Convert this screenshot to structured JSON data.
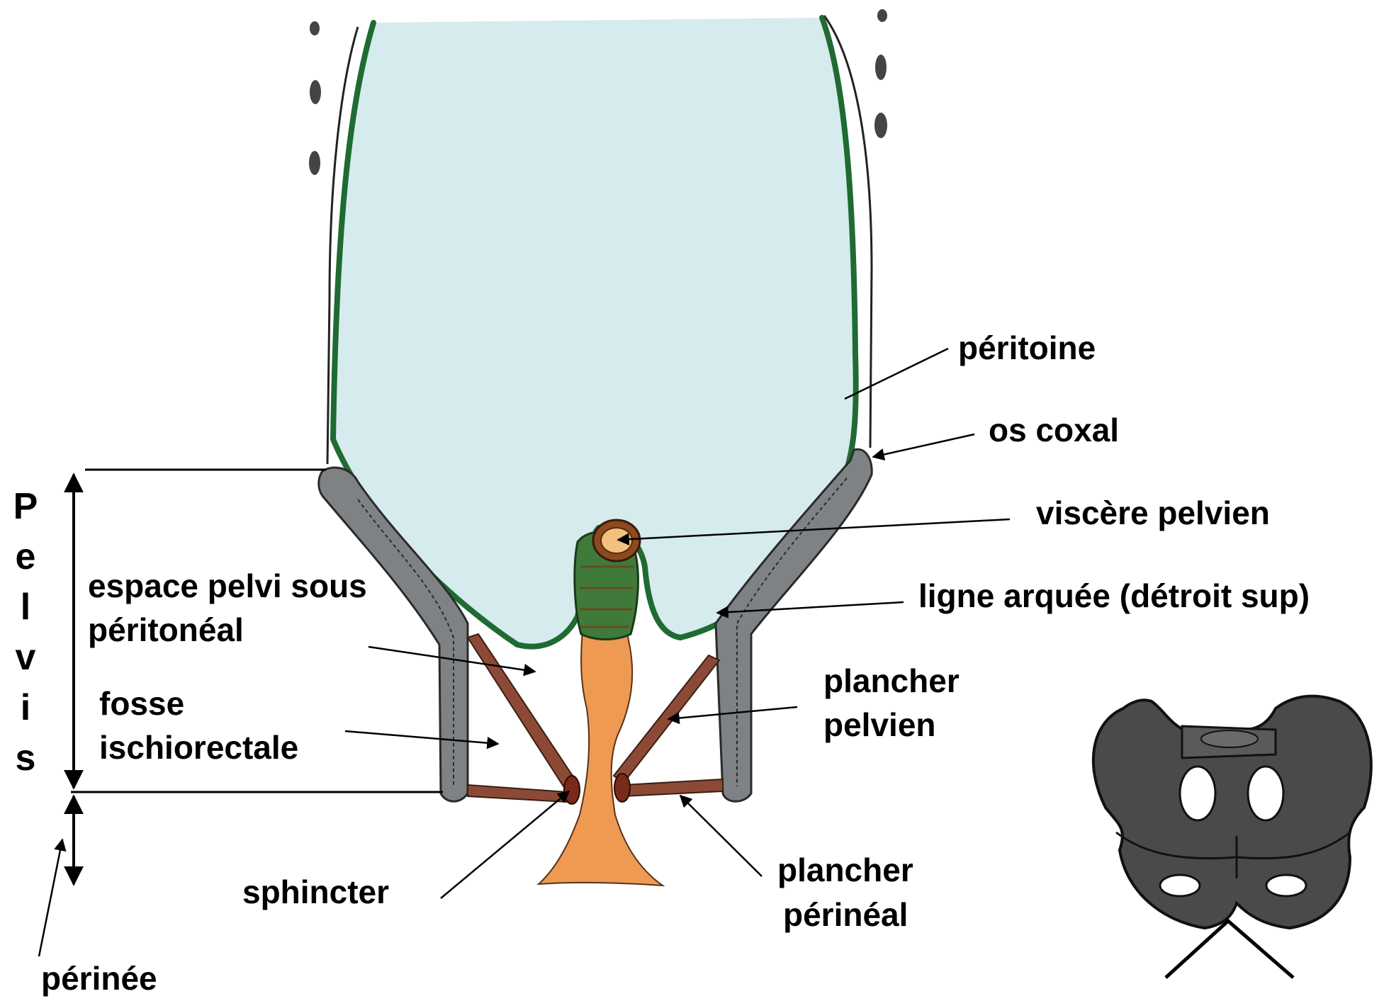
{
  "labels": {
    "peritoine": "péritoine",
    "os_coxal": "os coxal",
    "viscere_pelvien": "viscère pelvien",
    "ligne_arquee": "ligne arquée (détroit sup)",
    "espace_line1": "espace pelvi sous",
    "espace_line2": "péritonéal",
    "fosse_line1": "fosse",
    "fosse_line2": "ischiorectale",
    "plancher_pelvien_line1": "plancher",
    "plancher_pelvien_line2": "pelvien",
    "plancher_perineal_line1": "plancher",
    "plancher_perineal_line2": "périnéal",
    "sphincter": "sphincter",
    "perinee": "périnée",
    "pelvis_letters": [
      "P",
      "e",
      "l",
      "v",
      "i",
      "s"
    ]
  },
  "colors": {
    "cavity_fill": "#d6ebed",
    "peritoneum": "#1f6b32",
    "bone": "#7f8285",
    "muscle": "#8c4a36",
    "viscus": "#ee9a52",
    "pelvis_bone": "#4a4a4a"
  }
}
